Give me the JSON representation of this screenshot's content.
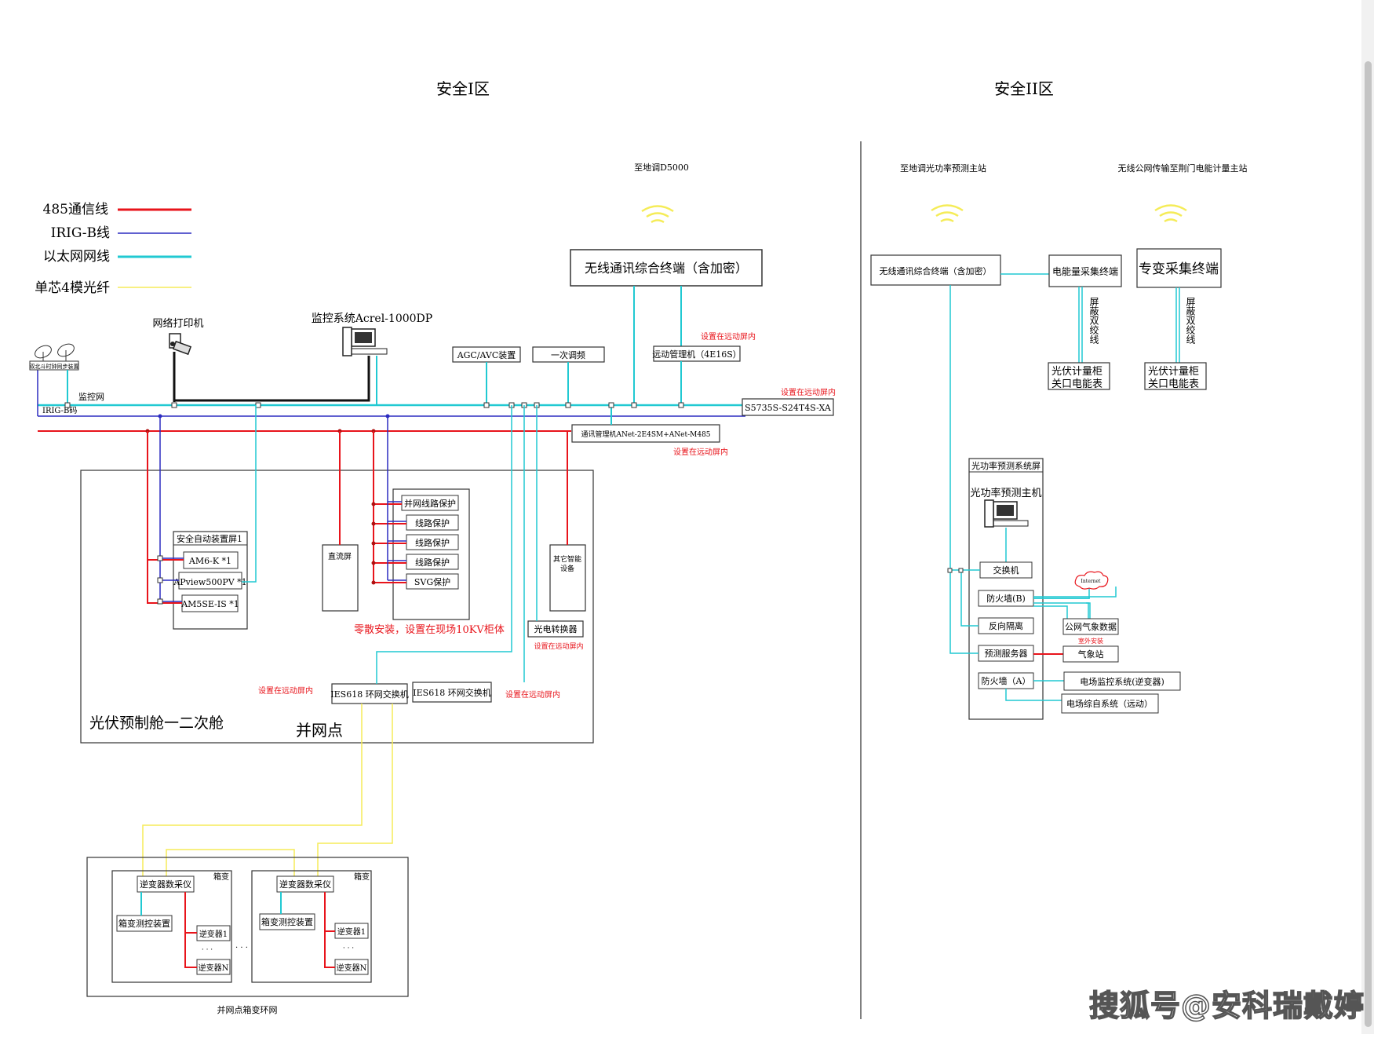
{
  "zones": {
    "zone1": "安全I区",
    "zone2": "安全II区"
  },
  "legend": [
    {
      "label": "485通信线",
      "color": "#e8141b"
    },
    {
      "label": "IRIG-B线",
      "color": "#2c2cc0"
    },
    {
      "label": "以太网网线",
      "color": "#21c9d2"
    },
    {
      "label": "单芯4模光纤",
      "color": "#f5ec58"
    }
  ],
  "zone1": {
    "dispatch_label": "至地调D5000",
    "wireless_terminal": "无线通讯综合终端（含加密）",
    "telecontrol": "远动管理机（4E16S）",
    "agc_avc": "AGC/AVC装置",
    "primary_freq": "一次调频",
    "switch": "S5735S-S24T4S-XA",
    "comm_manager": "通讯管理机ANet-2E4SM+ANet-M485",
    "note_in_telecontrol_cabinet": "设置在远动屏内",
    "printer": "网络打印机",
    "monitoring_system": "监控系统Acrel-1000DP",
    "gps_clock": "双北斗时钟同步装置",
    "monitor_net": "监控网",
    "irig_b_code": "IRIG-B码",
    "cabin_title": "光伏预制舱一二次舱",
    "grid_point": "并网点",
    "safety_auto_panel": "安全自动装置屏1",
    "safety_devices": [
      "AM6-K *1",
      "APview500PV *1",
      "AM5SE-IS *1"
    ],
    "dc_panel": "直流屏",
    "protections": [
      "并网线路保护",
      "线路保护",
      "线路保护",
      "线路保护",
      "SVG保护"
    ],
    "scattered_note": "零散安装，设置在现场10KV柜体",
    "other_devices": "其它智能设备",
    "optical_converter": "光电转换器",
    "ring_switch_1": "IES618 环网交换机",
    "ring_switch_2": "IES618 环网交换机",
    "box_ring_caption": "并网点箱变环网",
    "box_transformer": "箱变",
    "inverter_collector": "逆变器数采仪",
    "box_measure_control": "箱变测控装置",
    "inverter_1": "逆变器1",
    "inverter_n": "逆变器N",
    "ellipsis": "· · ·"
  },
  "zone2": {
    "power_forecast_label": "至地调光功率预测主站",
    "meter_master_label": "无线公网传输至荆门电能计量主站",
    "wireless_terminal": "无线通讯综合终端（含加密）",
    "energy_terminal": "电能量采集终端",
    "special_terminal": "专变采集终端",
    "shielded_twisted": "屏蔽双绞线",
    "meter_cabinet": [
      "光伏计量柜",
      "关口电能表"
    ],
    "forecast_screen": "光功率预测系统屏",
    "forecast_host": "光功率预测主机",
    "switch": "交换机",
    "firewall_b": "防火墙(B)",
    "reverse_isolation": "反向隔离",
    "forecast_server": "预测服务器",
    "firewall_a": "防火墙（A）",
    "internet": "Internet",
    "public_weather": "公网气象数据",
    "outdoor_install": "室外安装",
    "weather_station": "气象站",
    "field_monitoring": "电场监控系统(逆变器)",
    "field_automation": "电场综自系统（远动）"
  },
  "watermark": "搜狐号@安科瑞戴婷"
}
